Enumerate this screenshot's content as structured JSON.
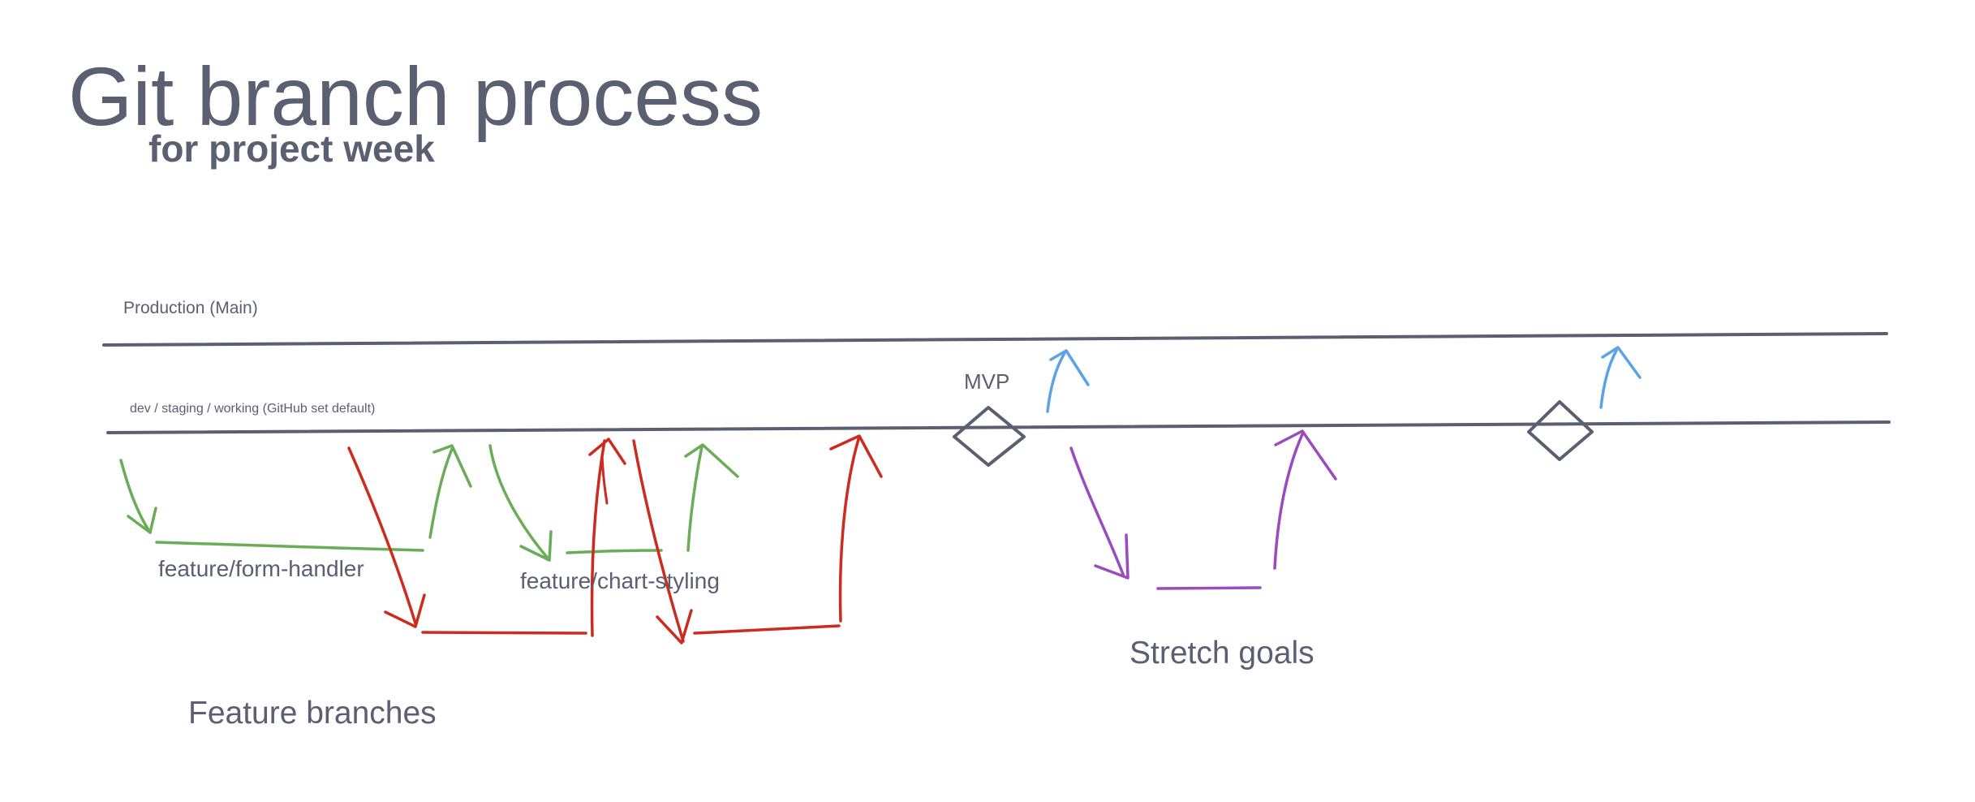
{
  "title": "Git branch process",
  "subtitle": "for project week",
  "branches": {
    "production": "Production (Main)",
    "dev": "dev / staging / working (GitHub set default)"
  },
  "milestones": {
    "mvp": "MVP"
  },
  "feature_branches": {
    "form_handler": "feature/form-handler",
    "chart_styling": "feature/chart-styling"
  },
  "groups": {
    "feature": "Feature branches",
    "stretch": "Stretch goals"
  },
  "colors": {
    "trunk": "#5a6072",
    "feature_green": "#6aac58",
    "bugfix_red": "#cc2c1f",
    "stretch_purple": "#9a4bbd",
    "release_blue": "#5ba3e6"
  }
}
